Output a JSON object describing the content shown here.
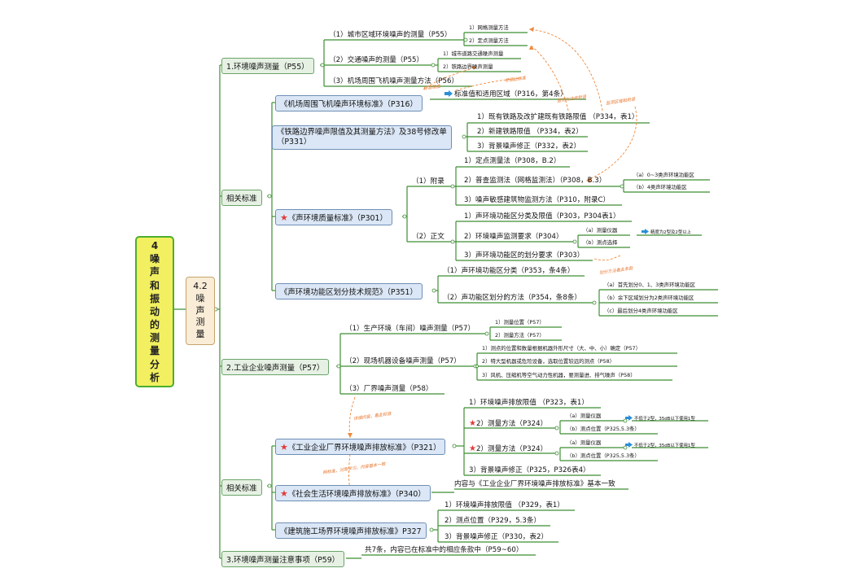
{
  "root": {
    "title": "4\n噪\n声\n和\n振\n动\n的\n测\n量\n分\n析"
  },
  "sub": {
    "title": "4.2\n噪\n声\n测\n量"
  },
  "sec1": {
    "title": "1.环境噪声测量（P55）",
    "c1": "（1）城市区域环境噪声的测量（P55）",
    "c1a": "1）网格测量方法",
    "c1b": "2）定点测量方法",
    "c2": "（2）交通噪声的测量（P55）",
    "c2a": "1）城市道路交通噪声测量",
    "c2b": "2）铁路边界噪声测量",
    "c3": "（3）机场周围飞机噪声测量方法（P56）"
  },
  "std1": {
    "label": "相关标准",
    "a": {
      "title": "《机场周围飞机噪声环境标准》（P316）",
      "c1": "标准值和适用区域（P316，第4条）"
    },
    "b": {
      "title1": "《铁路边界噪声限值及其测量方法》及38号修改单",
      "title2": "（P331）",
      "c1": "1）既有铁路及改扩建既有铁路限值 （P334，表1）",
      "c2": "2）新建铁路限值 （P334，表2）",
      "c3": "3）背景噪声修正（P332，表2）"
    },
    "c": {
      "title": "《声环境质量标准》（P301）",
      "fu": "（1）附录",
      "fu1": "1）定点测量法（P308，B.2）",
      "fu2": "2）普查监测法（网格监测法）（P308，B.3）",
      "fu2a": "（a）0~3类声环境功能区",
      "fu2b": "（b）4类声环境功能区",
      "fu3": "3）噪声敏感建筑物监测方法（P310，附录C）",
      "zw": "（2）正文",
      "zw1": "1）声环境功能区分类及限值（P303，P304表1）",
      "zw2": "2）环境噪声监测要求（P304）",
      "zw2a": "（a）测量仪器",
      "zw2a1": "精度为2型及2型以上",
      "zw2b": "（b）测点选择",
      "zw3": "3）声环境功能区的划分要求（P303）"
    },
    "d": {
      "title": "《声环境功能区划分技术规范》（P351）",
      "c1": "（1）声环境功能区分类（P353，条4条）",
      "c2": "（2）声功能区划分的方法（P354，条8条）",
      "c2a": "（a）首先划分0、1、3类声环境功能区",
      "c2b": "（b）余下区域划分为2类声环境功能区",
      "c2c": "（c）最后划分4类声环境功能区"
    }
  },
  "sec2": {
    "title": "2.工业企业噪声测量（P57）",
    "c1": "（1）生产环境（车间）噪声测量（P57）",
    "c1a": "1）测量位置（P57）",
    "c1b": "2）测量方法（P57）",
    "c2": "（2）现场机器设备噪声测量（P57）",
    "c2a": "1）测点的位置和数量根据机器外形尺寸（大、中、小）确定（P57）",
    "c2b": "2）特大型机器或危险设备，选取位置较远的测点（P58）",
    "c2c": "3）风机、压缩机等空气动力性机器，要测量进、排气噪声（P58）",
    "c3": "（3）厂界噪声测量（P58）"
  },
  "std2": {
    "label": "相关标准",
    "a": {
      "title": "《工业企业厂界环境噪声排放标准》（P321）",
      "c1": "1）环境噪声排放限值 （P323，表1）",
      "c2": "2）测量方法（P324）",
      "c2a": "（a）测量仪器",
      "c2a1": "不低于2型，35dB以下使用1型",
      "c2b": "（b）测点位置（P325,5.3条）",
      "c3": "2）测量方法（P324）",
      "c3a": "（a）测量仪器",
      "c3a1": "不低于2型，35dB以下使用1型",
      "c3b": "（b）测点位置（P325,5.3条）",
      "c4": "3）背景噪声修正（P325，P326表4）"
    },
    "b": {
      "title": "《社会生活环境噪声排放标准》（P340）",
      "c1": "内容与《工业企业厂界环境噪声排放标准》基本一致"
    },
    "c": {
      "title": "《建筑施工场界环境噪声排放标准》P327",
      "c1": "1）环境噪声排放限值 （P329，表1）",
      "c2": "2）测点位置（P329，5.3条）",
      "c3": "3）背景噪声修正（P330，表2）"
    }
  },
  "sec3": {
    "title": "3.环境噪声测量注意事项（P59）",
    "c1": "共7条，内容已在标准中的相应条款中（P59~60）"
  },
  "notes": {
    "n1": "标准限值",
    "n2": "参照此标准",
    "n3": "监测方法依附录",
    "n4": "监测区域和附录",
    "n5": "划分方法看此条款",
    "n6": "详细内容，看此标准",
    "n7": "两标准，对照学习，内容基本一致"
  },
  "colors": {
    "branch": "#3e8e33",
    "dash": "#ef8a3c",
    "star": "#e23b3b",
    "arrow": "#2b8fd8",
    "root_bg": "#f2f060",
    "sub_bg": "#f9edd8",
    "std_bg": "#dbe7f6",
    "lv1_bg": "#e6f1e4"
  }
}
